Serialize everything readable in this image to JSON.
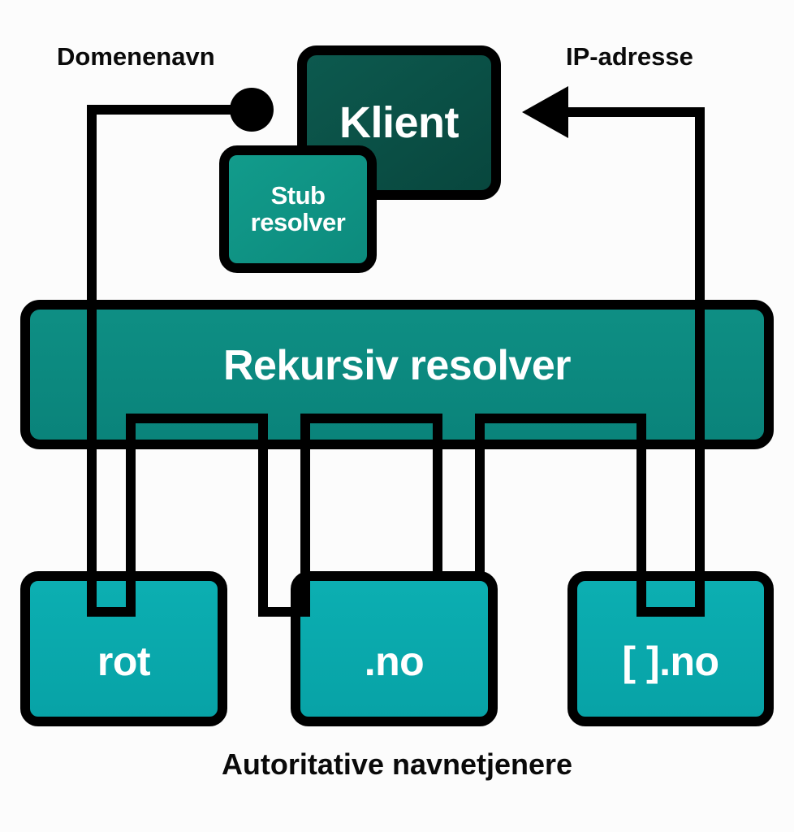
{
  "diagram": {
    "title_caption": "Autoritative navnetjenere",
    "background": "#fcfcfc",
    "stroke": "#000000",
    "text_color": "#ffffff",
    "label_color": "#0a0a0a"
  },
  "labels": {
    "domain_name": "Domenenavn",
    "ip_address": "IP-adresse"
  },
  "nodes": {
    "client": {
      "label": "Klient",
      "color": "#0b4f46"
    },
    "stub_resolver": {
      "label": "Stub\nresolver",
      "line1": "Stub",
      "line2": "resolver",
      "color": "#0f9284"
    },
    "recursive_resolver": {
      "label": "Rekursiv resolver",
      "color": "#0d8a80"
    },
    "authoritative": [
      {
        "label": "rot",
        "color": "#0aa9ad"
      },
      {
        "label": ".no",
        "color": "#0aa9ad"
      },
      {
        "label": "[ ].no",
        "color": "#0aa9ad"
      }
    ]
  },
  "connections": {
    "query_dot": "query-origin-dot",
    "response_arrow": "response-arrow-head"
  }
}
